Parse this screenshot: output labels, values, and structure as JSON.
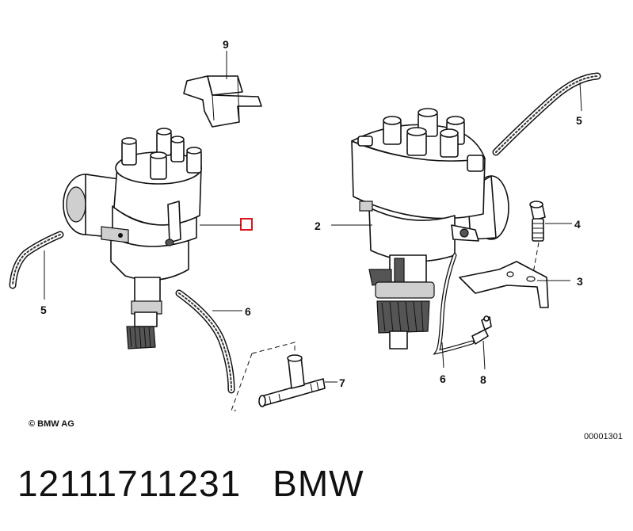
{
  "callouts": {
    "c9": "9",
    "c5_left": "5",
    "c6_left": "6",
    "c7": "7",
    "c2": "2",
    "c5_right": "5",
    "c4": "4",
    "c3": "3",
    "c6_right": "6",
    "c8": "8"
  },
  "copyright": "© BMW AG",
  "diagram_id": "00001301",
  "part_number": "12111711231",
  "brand": "BMW",
  "colors": {
    "ink": "#111111",
    "highlight": "#e0141e"
  }
}
